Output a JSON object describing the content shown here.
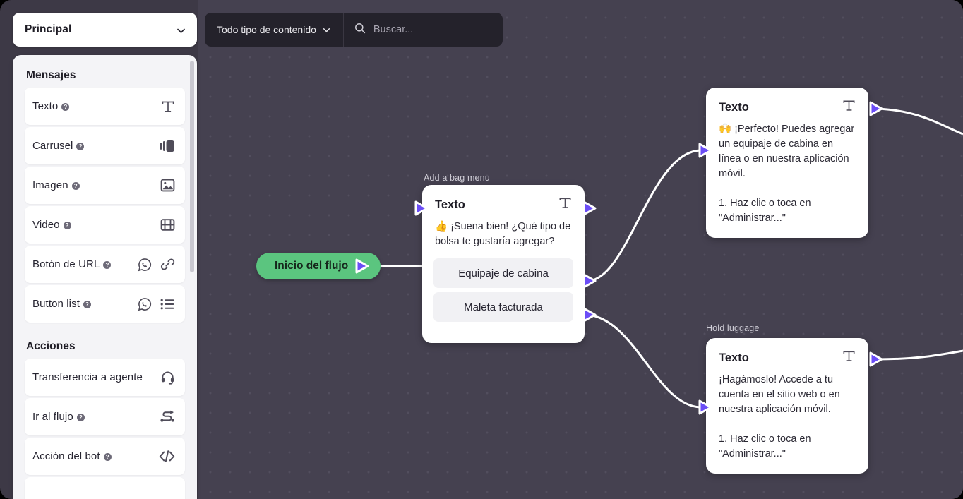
{
  "topbar": {
    "flow_select": {
      "value": "Principal",
      "icon": "chevron-down-icon"
    },
    "content_type": {
      "value": "Todo tipo de contenido",
      "icon": "chevron-down-icon"
    },
    "search": {
      "placeholder": "Buscar...",
      "value": "",
      "icon": "search-icon"
    }
  },
  "sidebar": {
    "sections": [
      {
        "title": "Mensajes",
        "items": [
          {
            "label": "Texto",
            "help": "?",
            "icons": [
              "text-t-icon"
            ]
          },
          {
            "label": "Carrusel",
            "help": "?",
            "icons": [
              "carousel-icon"
            ]
          },
          {
            "label": "Imagen",
            "help": "?",
            "icons": [
              "image-icon"
            ]
          },
          {
            "label": "Video",
            "help": "?",
            "icons": [
              "video-film-icon"
            ]
          },
          {
            "label": "Botón de URL",
            "help": "?",
            "icons": [
              "whatsapp-icon",
              "link-icon"
            ]
          },
          {
            "label": "Button list",
            "help": "?",
            "icons": [
              "whatsapp-icon",
              "list-icon"
            ]
          }
        ]
      },
      {
        "title": "Acciones",
        "items": [
          {
            "label": "Transferencia a agente",
            "help": "",
            "icons": [
              "headset-icon"
            ]
          },
          {
            "label": "Ir al flujo",
            "help": "?",
            "icons": [
              "shuffle-flow-icon"
            ]
          },
          {
            "label": "Acción del bot",
            "help": "?",
            "icons": [
              "code-icon"
            ]
          }
        ]
      }
    ]
  },
  "canvas": {
    "start_node": {
      "label": "Inicio del flujo",
      "color": "#5bc57f"
    },
    "nodes": [
      {
        "group_label": "Add a bag menu",
        "title": "Texto",
        "type_icon": "text-t-icon",
        "body": "👍 ¡Suena bien! ¿Qué tipo de bolsa te gustaría agregar?",
        "buttons": [
          "Equipaje de cabina",
          "Maleta facturada"
        ]
      },
      {
        "group_label": "",
        "title": "Texto",
        "type_icon": "text-t-icon",
        "body": "🙌 ¡Perfecto! Puedes agregar un equipaje de cabina en línea o en nuestra aplicación móvil.\n\n1. Haz clic o toca en \"Administrar...\"",
        "buttons": []
      },
      {
        "group_label": "Hold luggage",
        "title": "Texto",
        "type_icon": "text-t-icon",
        "body": "¡Hagámoslo! Accede a tu cuenta en el sitio web o en nuestra aplicación móvil.\n\n1. Haz clic o toca en \"Administrar...\"",
        "buttons": []
      }
    ],
    "edge_color": "#ffffff",
    "port_color": "#6b4df6"
  }
}
